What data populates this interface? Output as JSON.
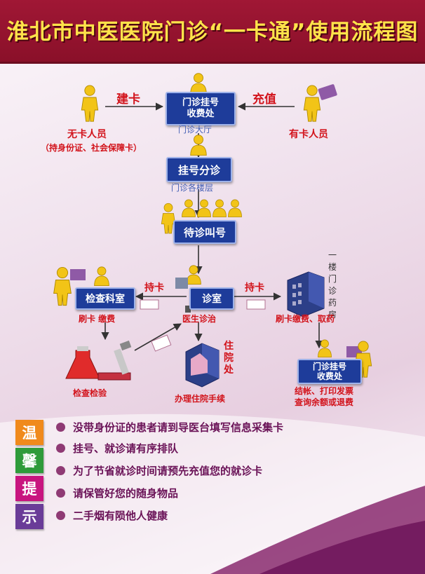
{
  "header": {
    "title": "淮北市中医医院门诊“一卡通”使用流程图"
  },
  "colors": {
    "header_bg": "#a01735",
    "title": "#ffe34a",
    "box_bg": "#1e3c9a",
    "label_red": "#d2131b",
    "tip_text": "#6a1257"
  },
  "flow": {
    "build_card": "建卡",
    "recharge": "充值",
    "no_card": {
      "title": "无卡人员",
      "note": "（持身份证、社会保障卡）"
    },
    "has_card": "有卡人员",
    "reg_fee_top": "门诊挂号\n收费处",
    "hall": "门诊大厅",
    "triage": "挂号分诊",
    "floors": "门诊各楼层",
    "waiting": "待诊叫号",
    "exam_dept": "检查科室",
    "hold_card_left": "持卡",
    "clinic": "诊室",
    "hold_card_right": "持卡",
    "pharmacy": "一楼门诊药房",
    "swipe_pay": "刷卡  缴费",
    "doctor": "医生诊治",
    "swipe_pay_med": "刷卡缴费、取药",
    "inpatient": "住院处",
    "lab": "检查检验",
    "admission": "办理住院手续",
    "reg_fee_bottom": "门诊挂号\n收费处",
    "settle_1": "结帐、打印发票",
    "settle_2": "查询余额或退费"
  },
  "tips": {
    "badges": [
      {
        "char": "温",
        "color": "#f08a1c"
      },
      {
        "char": "馨",
        "color": "#2e9b3a"
      },
      {
        "char": "提",
        "color": "#c8157f"
      },
      {
        "char": "示",
        "color": "#6a3c98"
      }
    ],
    "items": [
      "没带身份证的患者请到导医台填写信息采集卡",
      "挂号、就诊请有序排队",
      "为了节省就诊时间请预先充值您的就诊卡",
      "请保管好您的随身物品",
      "二手烟有陨他人健康"
    ]
  }
}
